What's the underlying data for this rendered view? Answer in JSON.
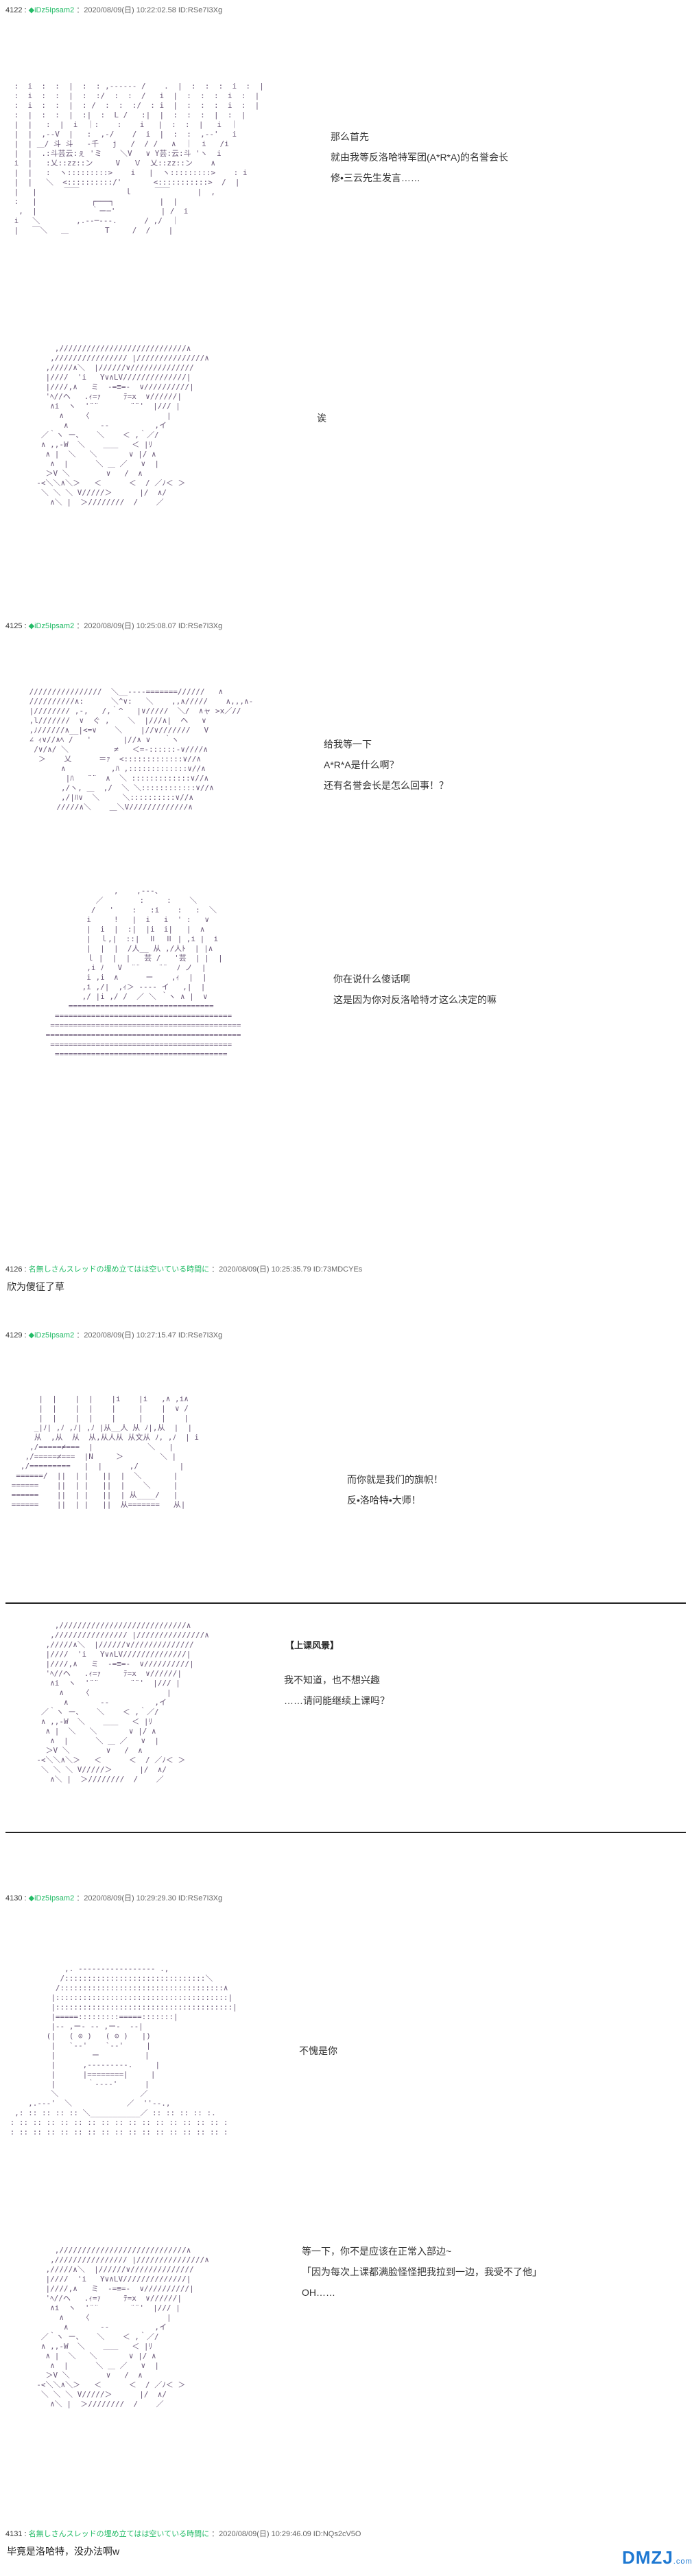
{
  "posts": [
    {
      "num": "4122 :",
      "name": "◆iDz5Ipsam2",
      "meta": "：2020/08/09(日) 10:22:02.58 ID:RSe7I3Xg"
    },
    {
      "num": "4125 :",
      "name": "◆iDz5Ipsam2",
      "meta": "：2020/08/09(日) 10:25:08.07 ID:RSe7I3Xg"
    },
    {
      "num": "4126 :",
      "name": "名無しさんスレッドの埋め立てはは空いている時間に",
      "meta": "：2020/08/09(日) 10:25:35.79 ID:73MDCYEs"
    },
    {
      "num": "4129 :",
      "name": "◆iDz5Ipsam2",
      "meta": "：2020/08/09(日) 10:27:15.47 ID:RSe7I3Xg"
    },
    {
      "num": "4130 :",
      "name": "◆iDz5Ipsam2",
      "meta": "：2020/08/09(日) 10:29:29.30 ID:RSe7I3Xg"
    },
    {
      "num": "4131 :",
      "name": "名無しさんスレッドの埋め立てはは空いている時間に",
      "meta": "：2020/08/09(日) 10:29:46.09 ID:NQs2cV5O"
    }
  ],
  "post4126_body": "欣为傻征了草",
  "post4131_body": "毕竟是洛哈特，没办法啊w",
  "dialogs": {
    "d1": [
      "那么首先",
      "就由我等反洛哈特军团(A*R*A)的名誉会长",
      "修•三云先生发言……"
    ],
    "d2": [
      "诶"
    ],
    "d3": [
      "给我等一下",
      "A*R*A是什么啊？",
      "还有名誉会长是怎么回事！？"
    ],
    "d4": [
      "你在说什么傻话啊",
      "这是因为你对反洛哈特才这么决定的嘛"
    ],
    "d5": [
      "而你就是我们的旗帜！",
      "反•洛哈特•大师！"
    ],
    "d6": [
      "我不知道，也不想兴趣",
      "……请问能继续上课吗？"
    ],
    "d7": [
      "不愧是你"
    ],
    "d8": [
      "等一下，你不是应该在正常入部边~",
      "「因为每次上课都满脸怪怪把我拉到一边，我受不了他」",
      "OH……"
    ]
  },
  "scene_title": "【上课风景】",
  "watermark": {
    "logo": "DMZJ",
    "suffix": ".com"
  }
}
